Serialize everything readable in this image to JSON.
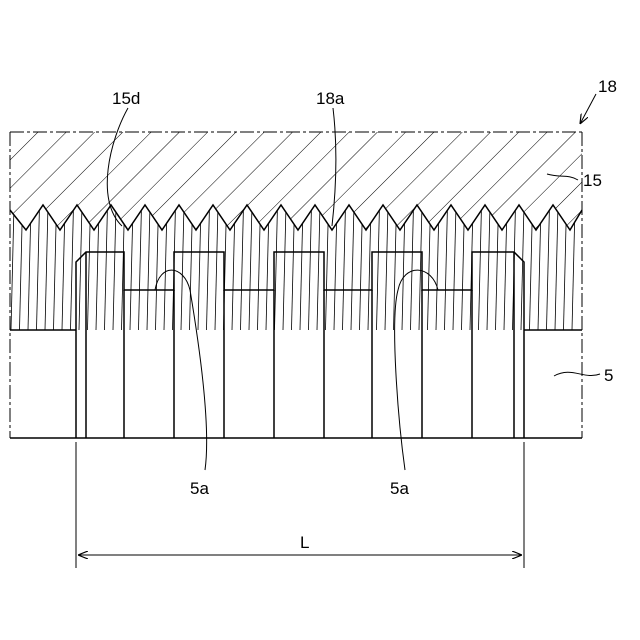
{
  "figure": {
    "labels": {
      "assembly": "18",
      "member": "15",
      "member_teeth": "15d",
      "thread": "18a",
      "shaft": "5",
      "shaft_teeth_left": "5a",
      "shaft_teeth_right": "5a",
      "length": "L"
    },
    "stroke_color": "#000000",
    "background_color": "#ffffff",
    "hatch": "diagonal-lines"
  }
}
